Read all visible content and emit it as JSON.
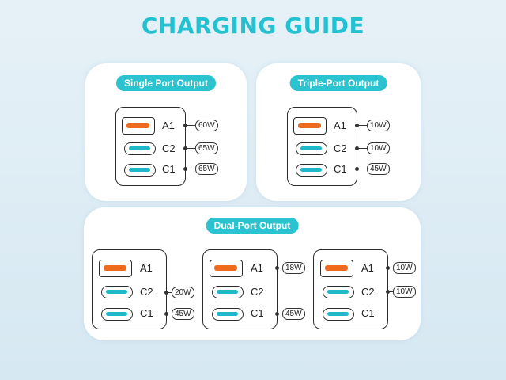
{
  "title": "CHARGING GUIDE",
  "colors": {
    "accent": "#22c2d2",
    "usb_a_port": "#f06a1e",
    "usb_c_port": "#1fb8c9",
    "panel": "#ffffff"
  },
  "single": {
    "heading": "Single Port Output",
    "ports": [
      {
        "label": "A1",
        "watt": "60W"
      },
      {
        "label": "C2",
        "watt": "65W"
      },
      {
        "label": "C1",
        "watt": "65W"
      }
    ]
  },
  "triple": {
    "heading": "Triple-Port Output",
    "ports": [
      {
        "label": "A1",
        "watt": "10W"
      },
      {
        "label": "C2",
        "watt": "10W"
      },
      {
        "label": "C1",
        "watt": "45W"
      }
    ]
  },
  "dual": {
    "heading": "Dual-Port Output",
    "configs": [
      {
        "ports": [
          {
            "label": "A1"
          },
          {
            "label": "C2",
            "watt": "20W"
          },
          {
            "label": "C1",
            "watt": "45W"
          }
        ]
      },
      {
        "ports": [
          {
            "label": "A1",
            "watt": "18W"
          },
          {
            "label": "C2"
          },
          {
            "label": "C1",
            "watt": "45W"
          }
        ]
      },
      {
        "ports": [
          {
            "label": "A1",
            "watt": "10W"
          },
          {
            "label": "C2",
            "watt": "10W"
          },
          {
            "label": "C1"
          }
        ]
      }
    ]
  }
}
